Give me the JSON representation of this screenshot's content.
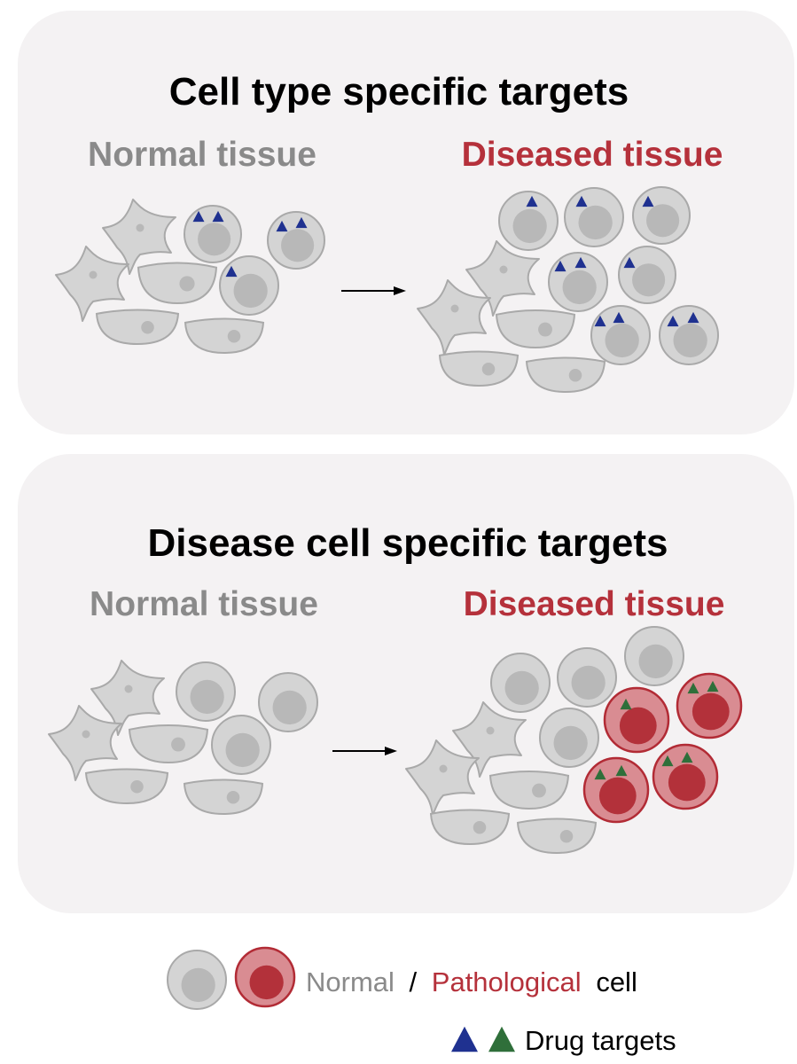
{
  "panels": [
    {
      "title": "Cell type specific targets",
      "left_label": "Normal tissue",
      "right_label": "Diseased tissue"
    },
    {
      "title": "Disease cell specific targets",
      "left_label": "Normal tissue",
      "right_label": "Diseased tissue"
    }
  ],
  "legend": {
    "normal": "Normal",
    "separator": "/",
    "pathological": "Pathological",
    "cell": "cell",
    "drug_targets": "Drug targets"
  },
  "colors": {
    "panel_bg": "#f4f2f3",
    "cell_fill": "#d4d4d4",
    "cell_stroke": "#a9a9a9",
    "nucleus": "#b8b8b8",
    "path_fill": "#d98c92",
    "path_stroke": "#b22b35",
    "path_nucleus": "#b3313a",
    "target_blue": "#1f3190",
    "target_green": "#2f6f3a",
    "label_gray": "#8a8a8a",
    "label_red": "#b5313b"
  }
}
